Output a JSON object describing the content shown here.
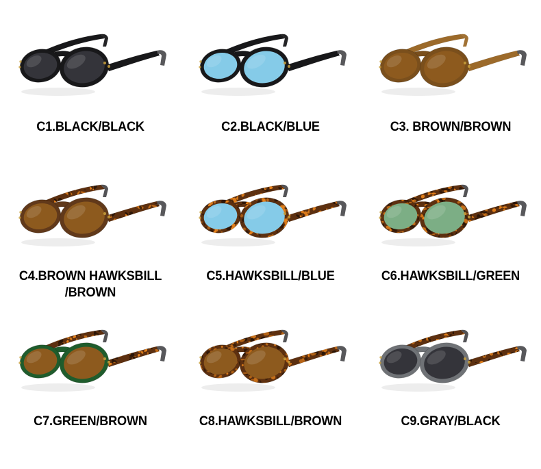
{
  "page": {
    "background": "#ffffff",
    "layout": "3x3-product-color-grid",
    "product": "oval sunglasses color variants"
  },
  "palette": {
    "lens_black": "#34343a",
    "lens_blue": "#85cbe8",
    "lens_brown": "#8d5a1e",
    "lens_green": "#7cae85",
    "frame_black": "#18181a",
    "frame_brown": "#7a4f1c",
    "frame_green": "#1f5c2c",
    "frame_gray": "#6f7276",
    "tortoise_base": "#5d3010",
    "tortoise_spot": "#e8821a",
    "tortoise_dark": "#2a1405",
    "label_color": "#000000"
  },
  "items": [
    {
      "id": "C1",
      "label": "C1.BLACK/BLACK",
      "frame_type": "solid",
      "frame_color": "#18181a",
      "temple_type": "solid",
      "temple_color": "#18181a",
      "lens_color": "#34343a",
      "lens_name": "BLACK",
      "frame_name": "BLACK"
    },
    {
      "id": "C2",
      "label": "C2.BLACK/BLUE",
      "frame_type": "solid",
      "frame_color": "#18181a",
      "temple_type": "solid",
      "temple_color": "#18181a",
      "lens_color": "#85cbe8",
      "lens_name": "BLUE",
      "frame_name": "BLACK"
    },
    {
      "id": "C3",
      "label": "C3. BROWN/BROWN",
      "frame_type": "solid",
      "frame_color": "#7a4f1c",
      "temple_type": "solid",
      "temple_color": "#9c6a2a",
      "lens_color": "#8d5a1e",
      "lens_name": "BROWN",
      "frame_name": "BROWN"
    },
    {
      "id": "C4",
      "label": "C4.BROWN HAWKSBILL\n/BROWN",
      "frame_type": "solid",
      "frame_color": "#61391a",
      "temple_type": "tortoise",
      "temple_color": "#5d3010",
      "lens_color": "#8d5a1e",
      "lens_name": "BROWN",
      "frame_name": "BROWN HAWKSBILL"
    },
    {
      "id": "C5",
      "label": "C5.HAWKSBILL/BLUE",
      "frame_type": "tortoise",
      "frame_color": "#5d3010",
      "temple_type": "tortoise",
      "temple_color": "#5d3010",
      "lens_color": "#85cbe8",
      "lens_name": "BLUE",
      "frame_name": "HAWKSBILL"
    },
    {
      "id": "C6",
      "label": "C6.HAWKSBILL/GREEN",
      "frame_type": "tortoise",
      "frame_color": "#5d3010",
      "temple_type": "tortoise",
      "temple_color": "#5d3010",
      "lens_color": "#7cae85",
      "lens_name": "GREEN",
      "frame_name": "HAWKSBILL"
    },
    {
      "id": "C7",
      "label": "C7.GREEN/BROWN",
      "frame_type": "solid",
      "frame_color": "#1f5c2c",
      "temple_type": "tortoise",
      "temple_color": "#5d3010",
      "lens_color": "#8d5a1e",
      "lens_name": "BROWN",
      "frame_name": "GREEN"
    },
    {
      "id": "C8",
      "label": "C8.HAWKSBILL/BROWN",
      "frame_type": "tortoise",
      "frame_color": "#5d3010",
      "temple_type": "tortoise",
      "temple_color": "#5d3010",
      "lens_color": "#8d5a1e",
      "lens_name": "BROWN",
      "frame_name": "HAWKSBILL"
    },
    {
      "id": "C9",
      "label": "C9.GRAY/BLACK",
      "frame_type": "solid",
      "frame_color": "#6f7276",
      "temple_type": "tortoise",
      "temple_color": "#5d3010",
      "lens_color": "#34343a",
      "lens_name": "BLACK",
      "frame_name": "GRAY"
    }
  ]
}
